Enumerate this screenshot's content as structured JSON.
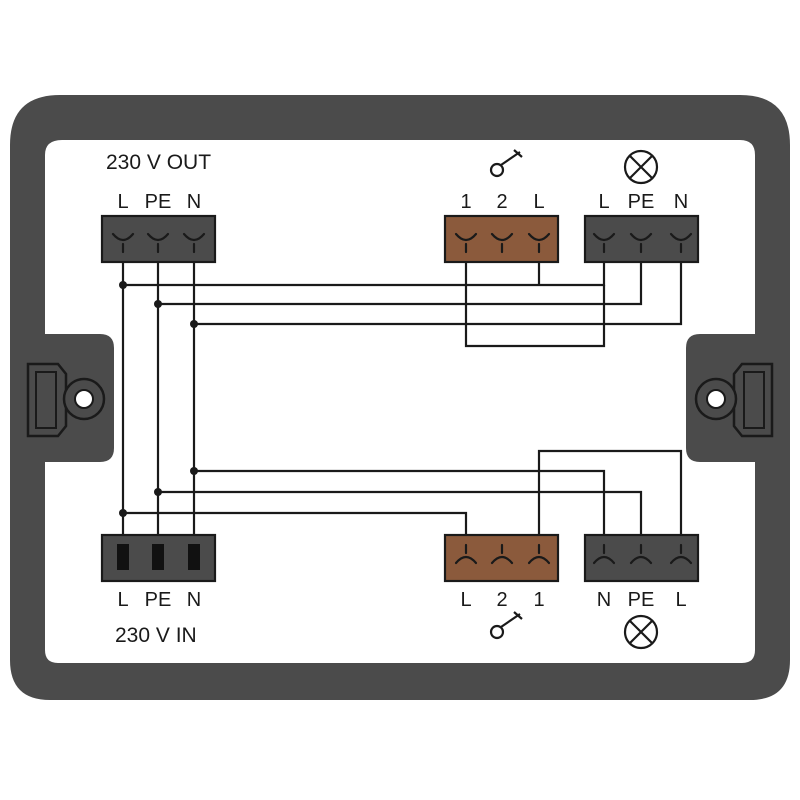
{
  "colors": {
    "housing": "#4b4b4b",
    "terminal_dark": "#4b4b4b",
    "terminal_brown": "#8b5a3c",
    "line": "#1a1a1a",
    "background": "#ffffff"
  },
  "top": {
    "out_title": "230 V OUT",
    "out_pins": [
      "L",
      "PE",
      "N"
    ],
    "switch_icon": "switch-icon",
    "switch_pins": [
      "1",
      "2",
      "L"
    ],
    "lamp_icon": "lamp-icon",
    "lamp_pins": [
      "L",
      "PE",
      "N"
    ]
  },
  "bottom": {
    "in_title": "230 V IN",
    "in_pins": [
      "L",
      "PE",
      "N"
    ],
    "switch_icon": "switch-icon",
    "switch_pins": [
      "L",
      "2",
      "1"
    ],
    "lamp_icon": "lamp-icon",
    "lamp_pins": [
      "N",
      "PE",
      "L"
    ]
  }
}
